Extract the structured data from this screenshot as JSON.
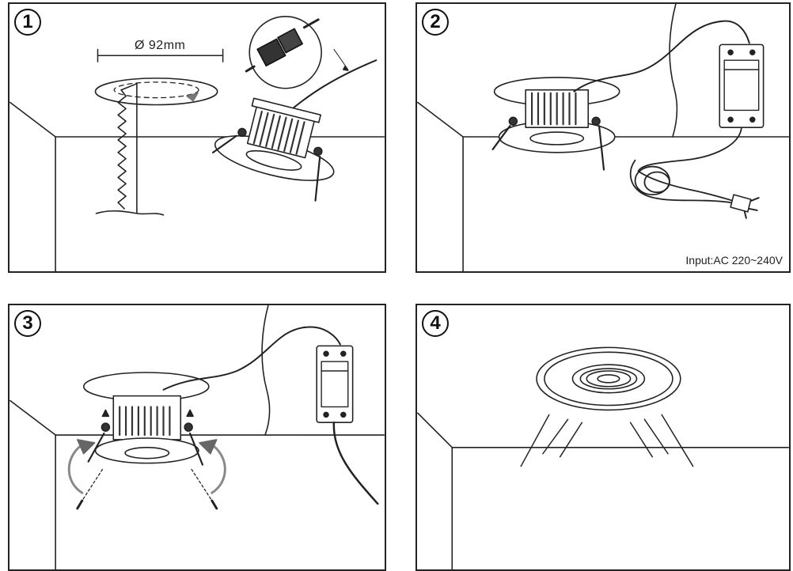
{
  "steps": [
    {
      "number": "1",
      "dimension_label": "Ø 92mm"
    },
    {
      "number": "2",
      "input_label": "Input:AC 220~240V"
    },
    {
      "number": "3"
    },
    {
      "number": "4"
    }
  ],
  "colors": {
    "line": "#222222",
    "fill": "#ffffff",
    "shade": "#555555",
    "arrow": "#777777"
  }
}
